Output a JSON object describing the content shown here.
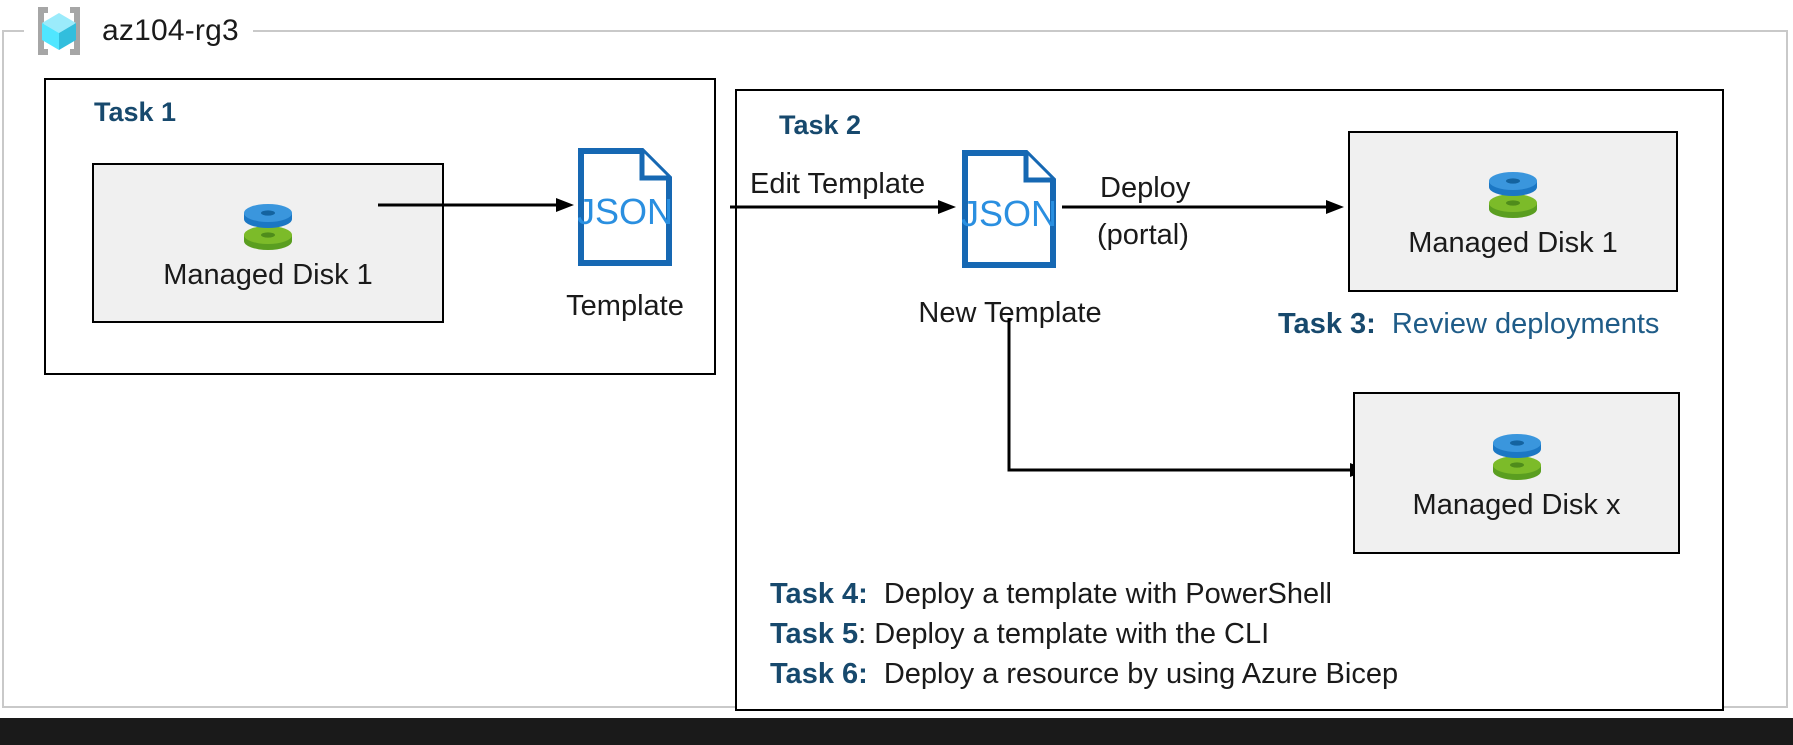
{
  "resource_group": {
    "name": "az104-rg3",
    "icon": "azure-resource-group-icon"
  },
  "colors": {
    "accent_blue": "#0f6cbd",
    "task_heading_blue": "#17496d",
    "task3_body_blue": "#1f5c88",
    "resource_box_fill": "#f0f0f0",
    "disk_top": "#3a96dd",
    "disk_bottom": "#6bb72b",
    "cube_icon": "#63d6f5",
    "bracket_gray": "#a0a0a0"
  },
  "panels": {
    "task1": {
      "heading": "Task 1",
      "resource": {
        "label": "Managed Disk 1",
        "icon": "managed-disk-icon"
      }
    },
    "task2": {
      "heading": "Task 2",
      "edit_label": "Edit Template",
      "deploy_label_line1": "Deploy",
      "deploy_label_line2": "(portal)",
      "new_template": {
        "caption": "New Template",
        "icon": "json-file-icon",
        "icon_text": "JSON"
      },
      "deployed_top": {
        "label": "Managed Disk 1",
        "icon": "managed-disk-icon"
      },
      "deployed_bottom": {
        "label": "Managed Disk x",
        "icon": "managed-disk-icon"
      }
    }
  },
  "template_task1": {
    "caption": "Template",
    "icon": "json-file-icon",
    "icon_text": "JSON"
  },
  "notes": {
    "task3": {
      "label": "Task 3:",
      "body": "Review deployments"
    },
    "task4": {
      "label": "Task 4:",
      "body": "Deploy a template with PowerShell"
    },
    "task5": {
      "label": "Task 5",
      "body": ": Deploy a template with the CLI"
    },
    "task6": {
      "label": "Task 6:",
      "body": "Deploy a resource by using Azure Bicep"
    }
  }
}
